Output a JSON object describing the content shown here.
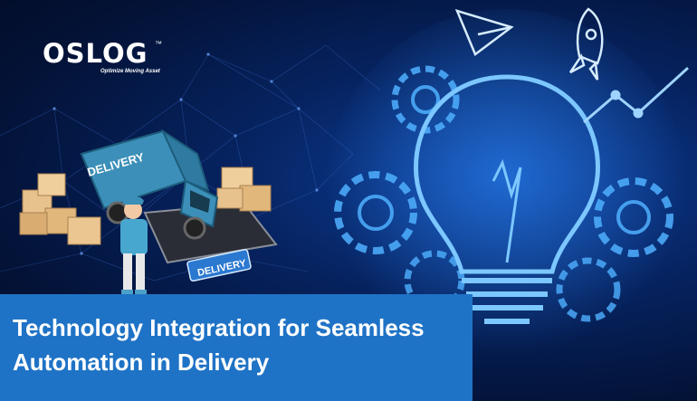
{
  "logo": {
    "wordmark": "OSLOG",
    "trademark": "™",
    "tagline": "Optimize Moving Asset"
  },
  "illustration": {
    "truck_label": "DELIVERY",
    "sign_label": "DELIVERY"
  },
  "headline": {
    "line1": "Technology Integration for Seamless",
    "line2": "Automation in Delivery"
  },
  "colors": {
    "background": "#04123a",
    "title_bar": "#1f73c6",
    "glow": "#3fa9ff"
  },
  "icons": [
    "paper-plane-icon",
    "rocket-icon",
    "trend-line-icon",
    "gear-icon",
    "lightbulb-icon",
    "delivery-truck-icon",
    "package-box-icon"
  ]
}
